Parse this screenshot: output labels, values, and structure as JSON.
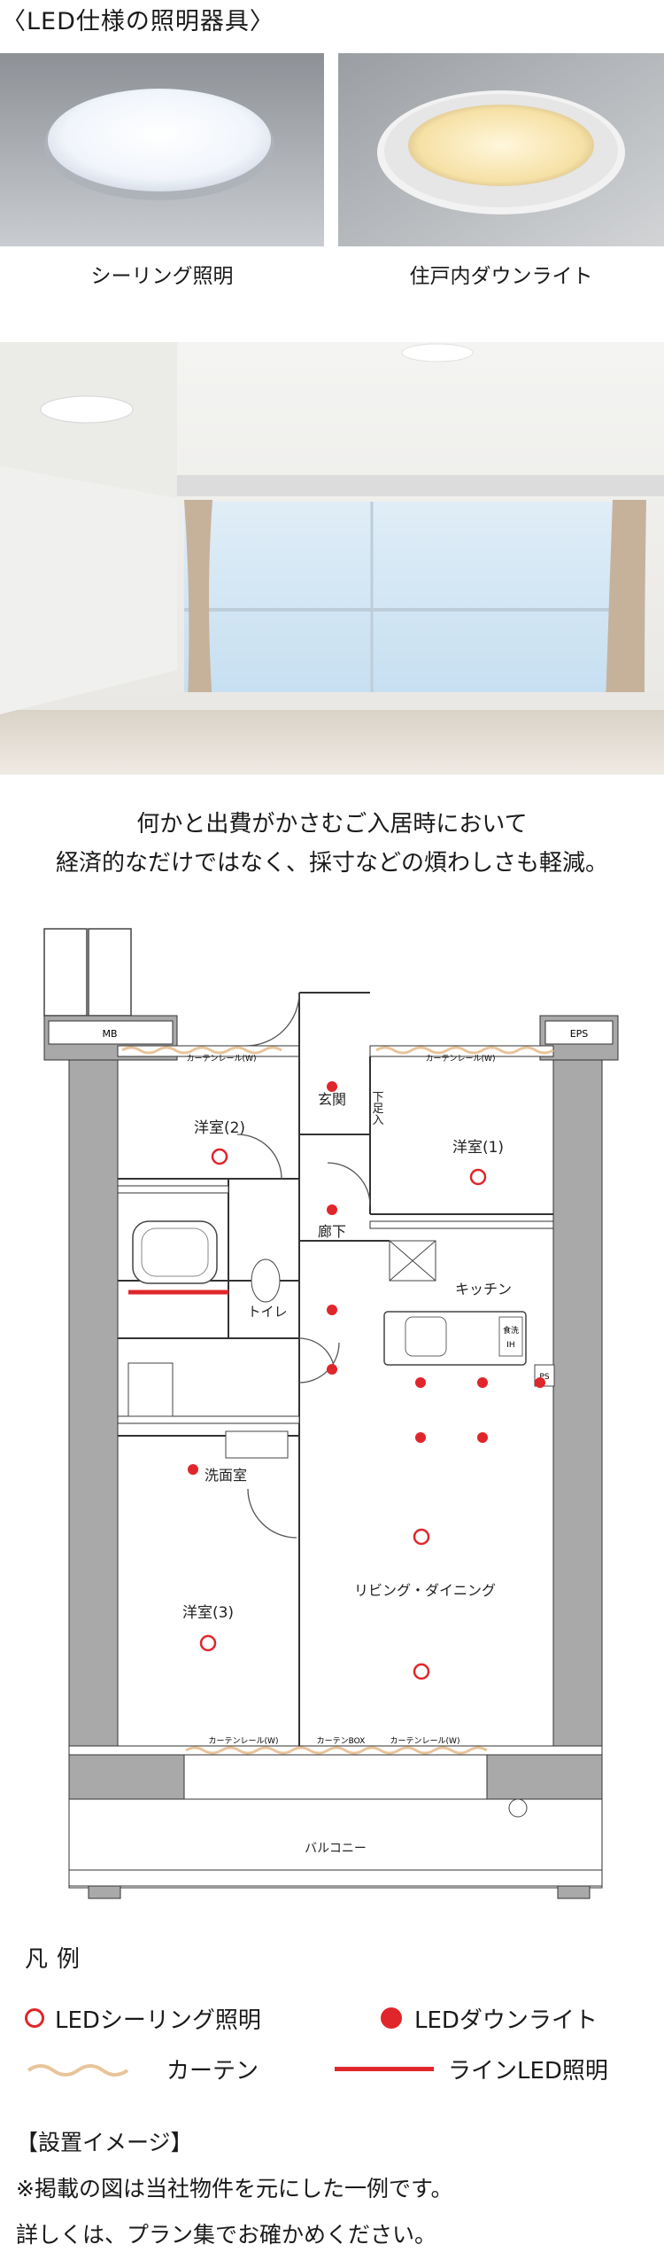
{
  "heading": "〈LED仕様の照明器具〉",
  "photos": {
    "ceiling_caption": "シーリング照明",
    "downlight_caption": "住戸内ダウンライト"
  },
  "lead": {
    "line1": "何かと出費がかさむご入居時において",
    "line2": "経済的なだけではなく、採寸などの煩わしさも軽減。"
  },
  "floorplan": {
    "labels": {
      "mb": "MB",
      "eps": "EPS",
      "curtain_rail": "カーテンレール(W)",
      "entrance": "玄関",
      "shoe_storage": "下足入",
      "western2": "洋室(2)",
      "western1": "洋室(1)",
      "hallway": "廊下",
      "toilet": "トイレ",
      "kitchen": "キッチン",
      "washroom": "洗面室",
      "western3": "洋室(3)",
      "living": "リビング・ダイニング",
      "balcony": "バルコニー",
      "ps": "PS",
      "curtain_box": "カーテンBOX",
      "stove": "食洗",
      "stove2": "IH"
    },
    "colors": {
      "led": "#e0262b",
      "curtain": "#e8c49a",
      "line_led": "#e0262b",
      "wall": "#a9a9a9"
    }
  },
  "legend": {
    "title": "凡例",
    "ceiling": "LEDシーリング照明",
    "downlight": "LEDダウンライト",
    "curtain": "カーテン",
    "line_led": "ラインLED照明"
  },
  "notes": {
    "image_label": "【設置イメージ】",
    "disclaimer": "※掲載の図は当社物件を元にした一例です。",
    "details": "詳しくは、プラン集でお確かめください。"
  }
}
